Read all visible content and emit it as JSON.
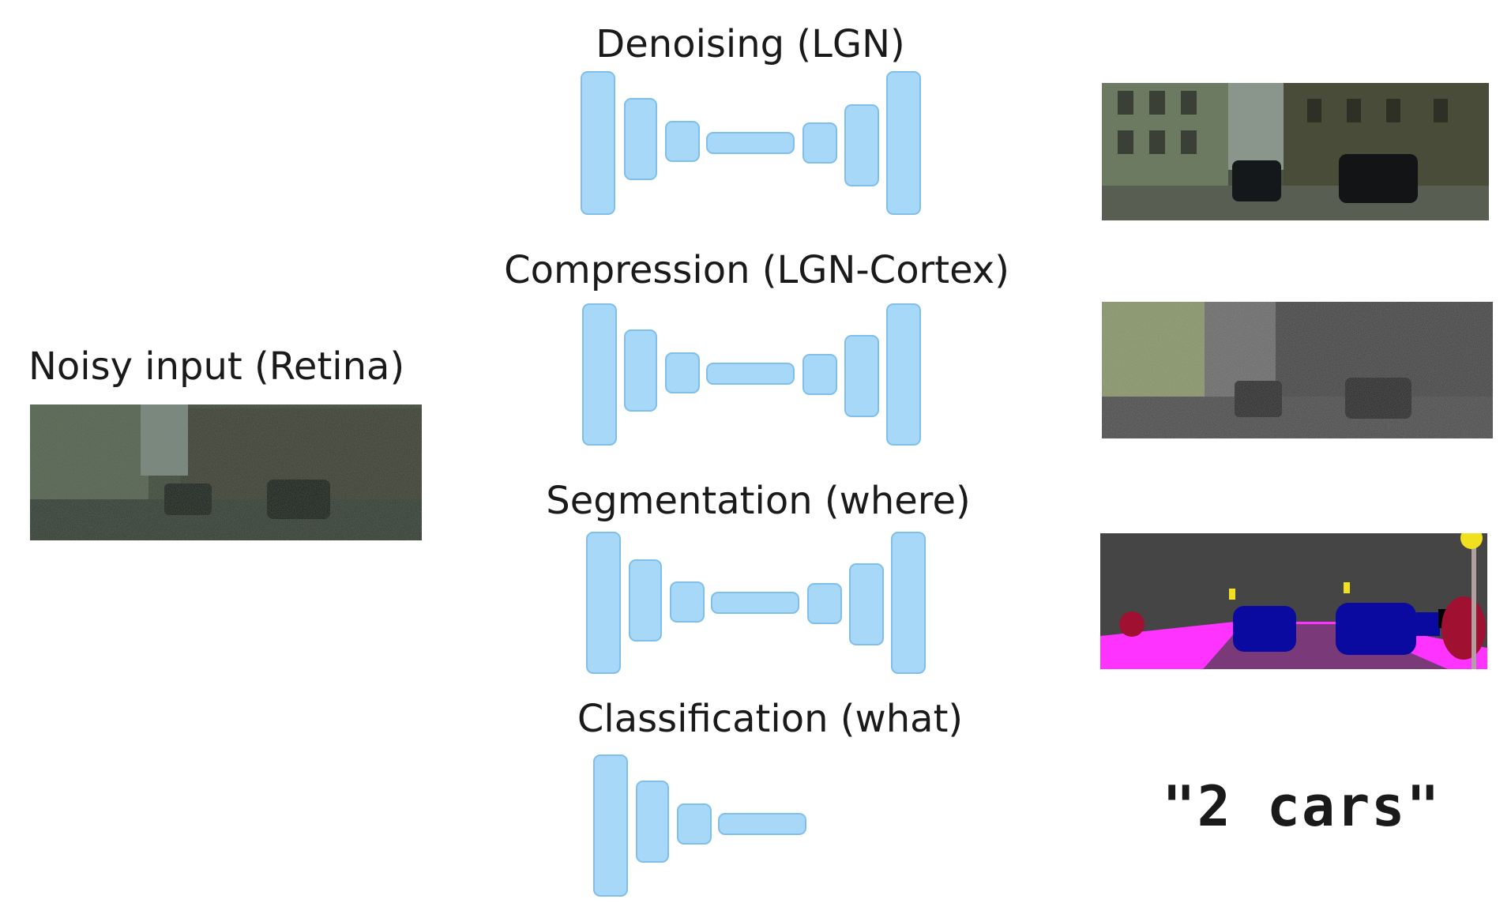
{
  "input": {
    "label": "Noisy input (Retina)"
  },
  "tasks": [
    {
      "id": "denoising",
      "label": "Denoising (LGN)"
    },
    {
      "id": "compression",
      "label": "Compression (LGN-Cortex)"
    },
    {
      "id": "segmentation",
      "label": "Segmentation (where)"
    },
    {
      "id": "classification",
      "label": "Classification (what)"
    }
  ],
  "classification_output": {
    "text": "\"2 cars\""
  },
  "colors": {
    "network_block_fill": "#a8d8f8",
    "network_block_border": "#7fbfe9",
    "segmentation_road": "#7a3a7a",
    "segmentation_sidewalk": "#ff33ff",
    "segmentation_car": "#0a0aa0",
    "segmentation_background": "#454545",
    "segmentation_sign": "#f0e020",
    "segmentation_bike": "#a01030"
  }
}
